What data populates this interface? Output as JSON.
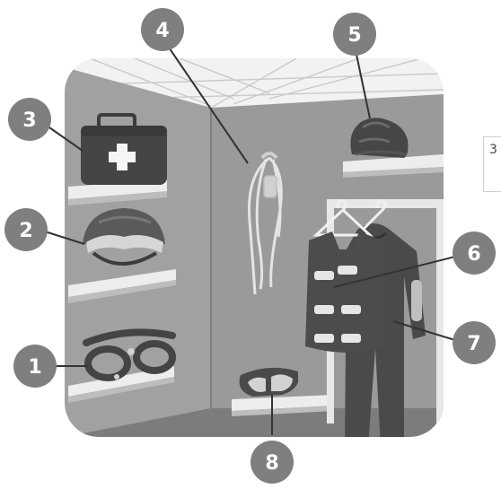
{
  "colors": {
    "marker_fill": "#7f7f7f",
    "marker_text": "#ffffff",
    "wall_left": "#a1a1a1",
    "wall_right": "#9a9a9a",
    "floor": "#7c7c7c",
    "ceiling": "#f2f2f2",
    "shelf": "#ededed",
    "gear_dark": "#4a4a4a",
    "gear_light": "#d9d9d9"
  },
  "markers": [
    {
      "id": "1",
      "label": "1",
      "item": "harness-icon"
    },
    {
      "id": "2",
      "label": "2",
      "item": "helmet-icon"
    },
    {
      "id": "3",
      "label": "3",
      "item": "first-aid-kit-icon"
    },
    {
      "id": "4",
      "label": "4",
      "item": "rope-icon"
    },
    {
      "id": "5",
      "label": "5",
      "item": "gloves-icon"
    },
    {
      "id": "6",
      "label": "6",
      "item": "life-vest-icon"
    },
    {
      "id": "7",
      "label": "7",
      "item": "wetsuit-icon"
    },
    {
      "id": "8",
      "label": "8",
      "item": "goggles-icon"
    }
  ],
  "side_label": "3"
}
